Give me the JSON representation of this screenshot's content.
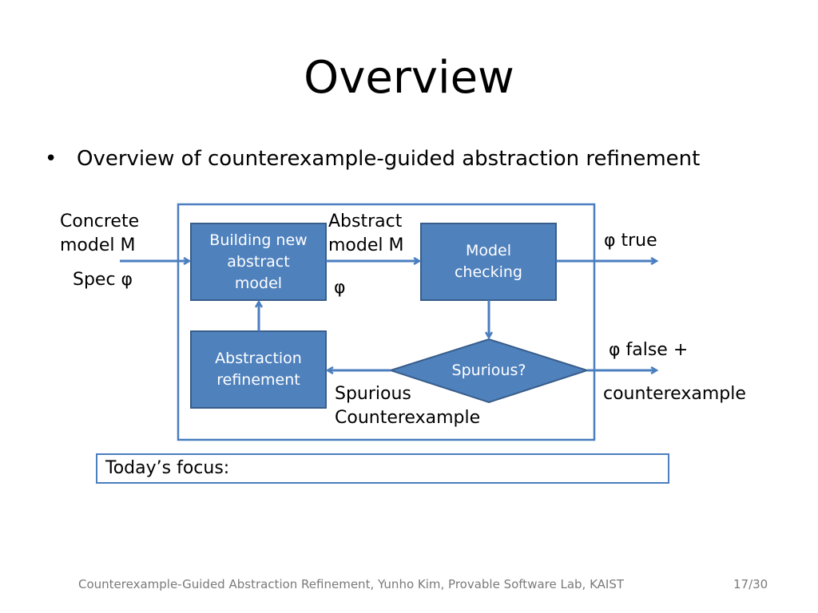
{
  "slide": {
    "title": "Overview",
    "bullets": [
      {
        "marker": "•",
        "text": "Overview of counterexample-guided abstraction refinement"
      }
    ]
  },
  "diagram": {
    "input_labels": {
      "concrete_line1": "Concrete",
      "concrete_line2": "model M",
      "spec": "Spec φ"
    },
    "nodes": {
      "build": {
        "lines": [
          "Building new",
          "abstract",
          "model"
        ]
      },
      "check": {
        "lines": [
          "Model",
          "checking"
        ]
      },
      "refine": {
        "lines": [
          "Abstraction",
          "refinement"
        ]
      },
      "spurious": {
        "label": "Spurious?"
      }
    },
    "edge_labels": {
      "abstract_line1": "Abstract",
      "abstract_line2": "model M",
      "phi": "φ",
      "true_result": "φ  true",
      "false_result": "φ  false  +",
      "counterexample": "counterexample",
      "spurious_line1": "Spurious",
      "spurious_line2": "Counterexample"
    },
    "colors": {
      "box_fill": "#4f81bd",
      "box_border": "#385d8a",
      "arrow": "#4a7ebf",
      "frame": "#4a7ebf"
    }
  },
  "focus": {
    "label": "Today’s focus:"
  },
  "footer": {
    "text": "Counterexample-Guided Abstraction Refinement, Yunho Kim, Provable Software Lab, KAIST",
    "page": "17/30"
  }
}
